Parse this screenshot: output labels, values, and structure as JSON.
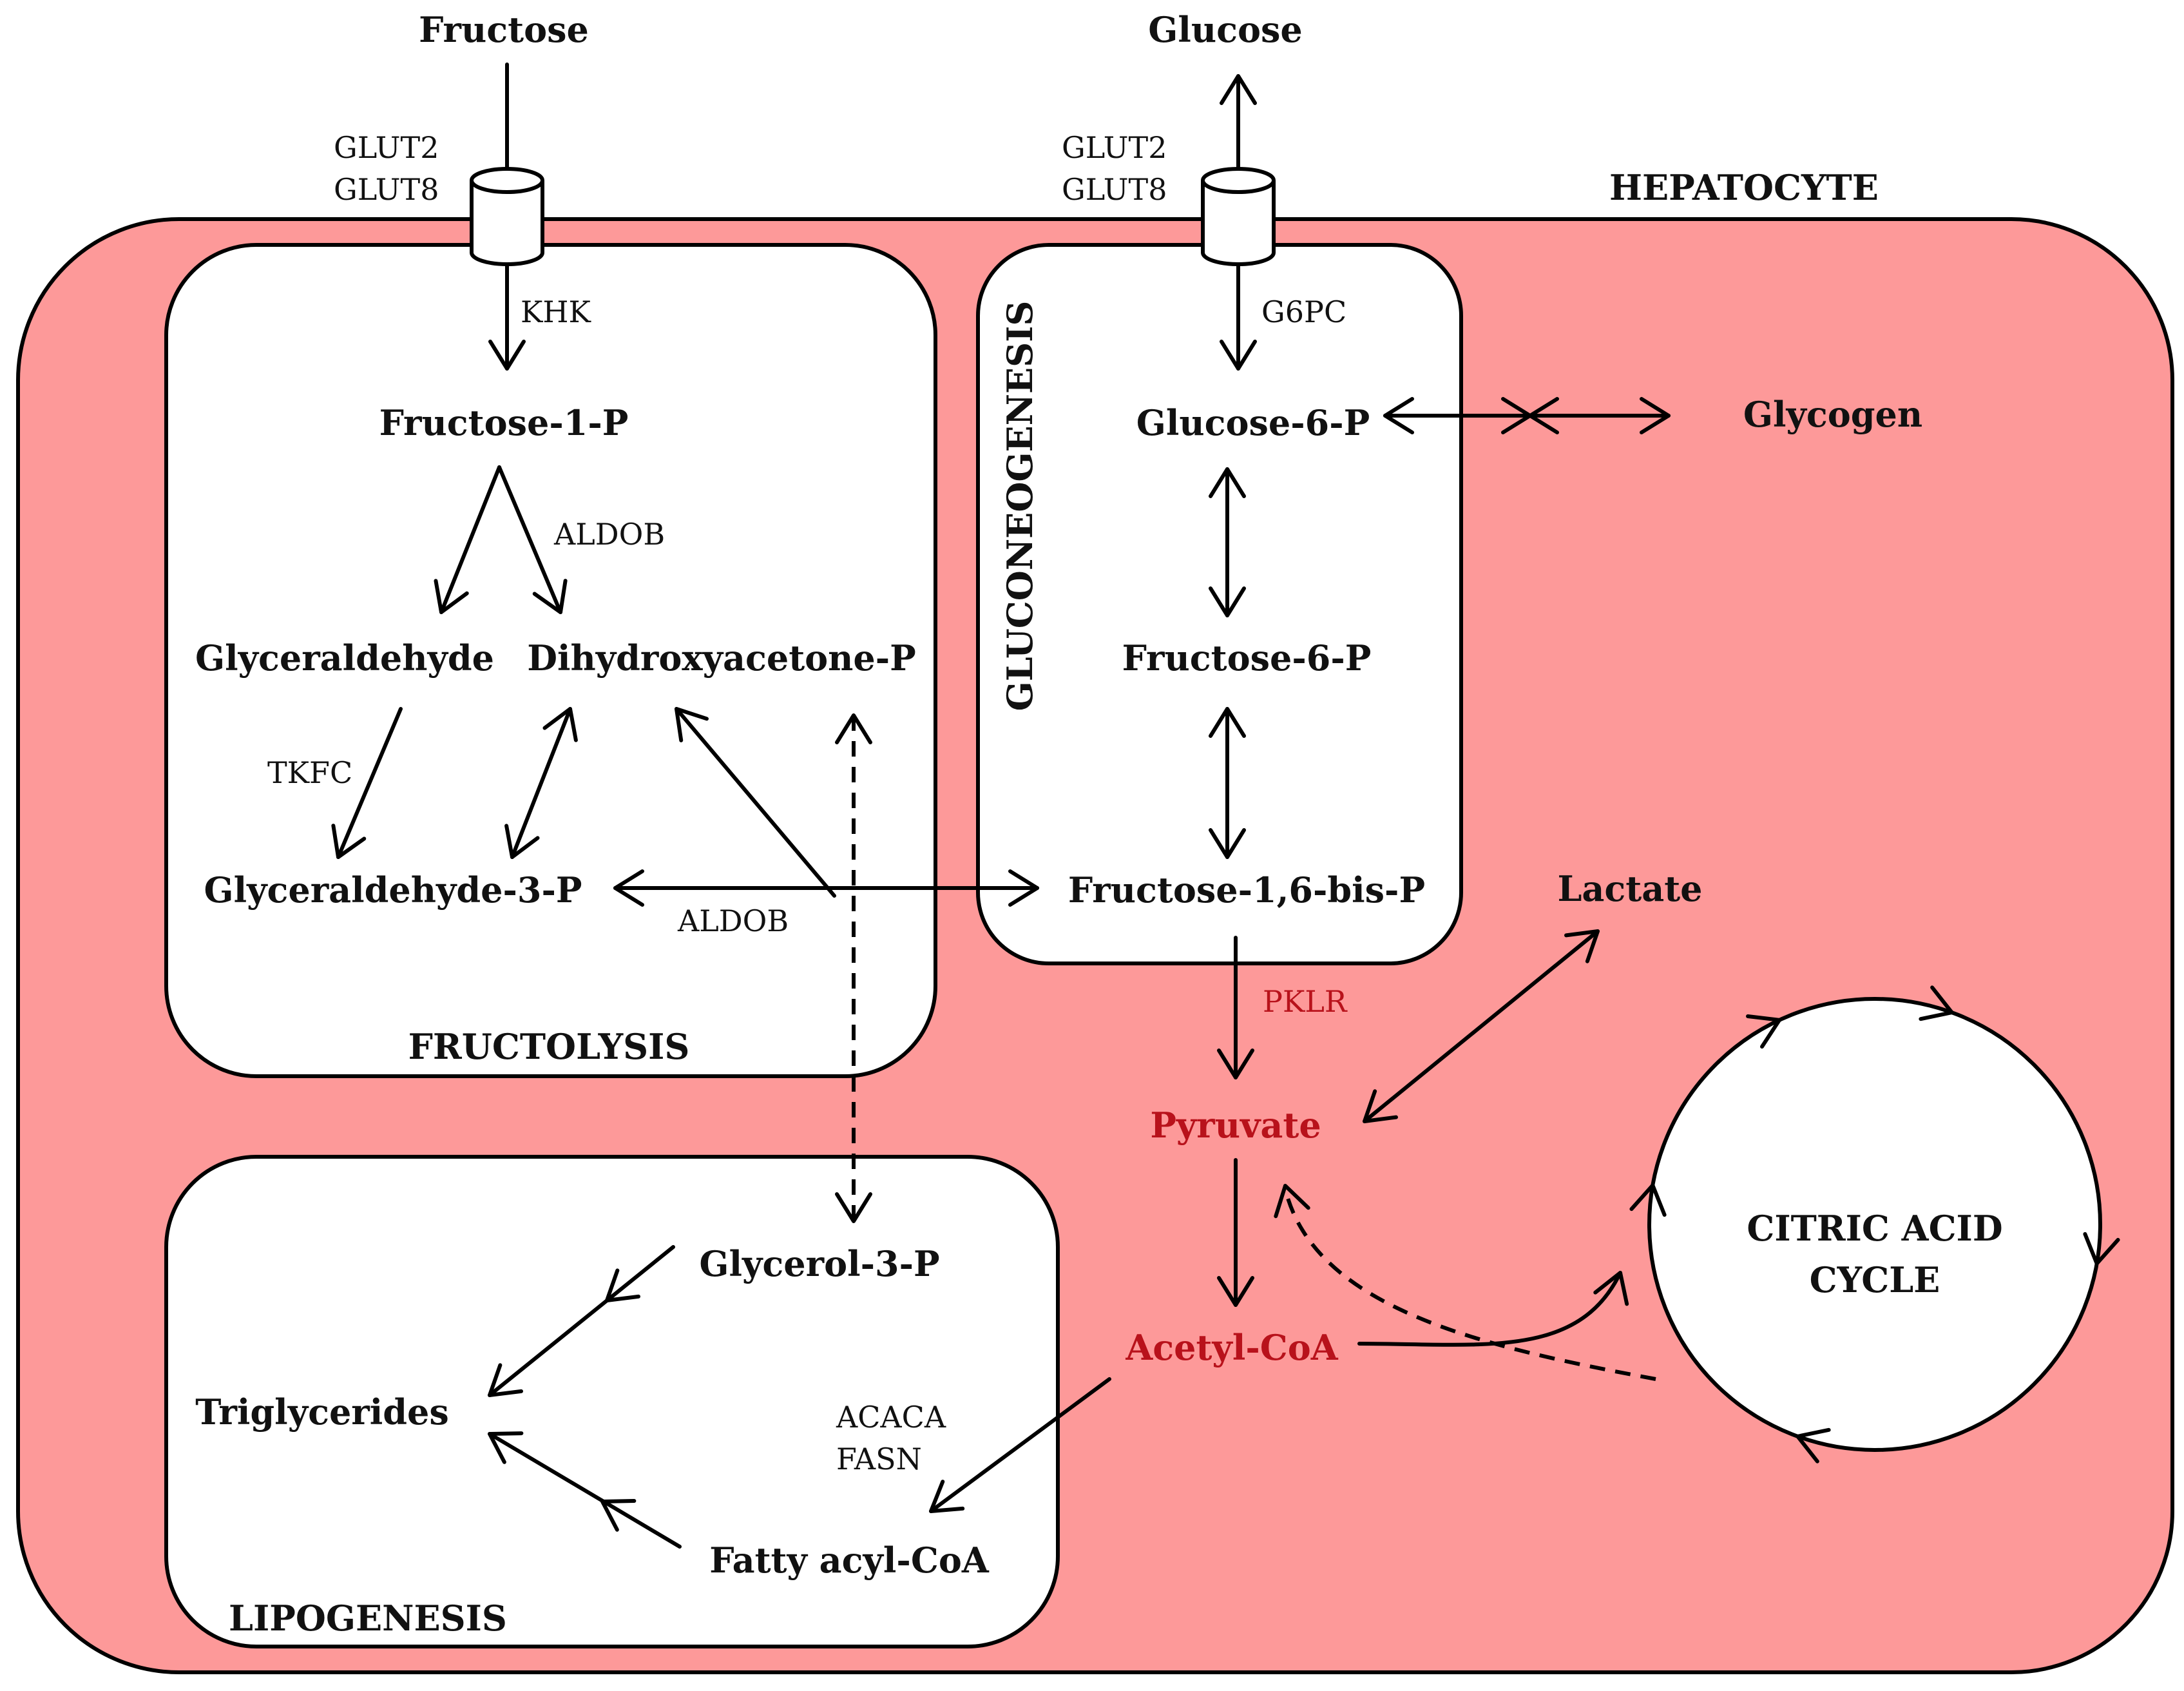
{
  "colors": {
    "cell_fill": "#fd9999",
    "compartment_fill": "#ffffff",
    "accent_text": "#b8121b",
    "stroke": "#000000"
  },
  "cell": {
    "label": "HEPATOCYTE"
  },
  "external": {
    "fructose": "Fructose",
    "glucose": "Glucose"
  },
  "transporters": {
    "left": {
      "line1": "GLUT2",
      "line2": "GLUT8"
    },
    "right": {
      "line1": "GLUT2",
      "line2": "GLUT8"
    }
  },
  "fructolysis": {
    "title": "FRUCTOLYSIS",
    "fructose_1p": "Fructose-1-P",
    "glyceraldehyde": "Glyceraldehyde",
    "dhap": "Dihydroxyacetone-P",
    "glyceraldehyde_3p": "Glyceraldehyde-3-P",
    "enzymes": {
      "khk": "KHK",
      "aldob_top": "ALDOB",
      "tkfc": "TKFC",
      "aldob_bottom": "ALDOB"
    }
  },
  "gluconeogenesis": {
    "title": "GLUCONEOGENESIS",
    "glucose_6p": "Glucose-6-P",
    "fructose_6p": "Fructose-6-P",
    "fructose_16bp": "Fructose-1,6-bis-P",
    "enzymes": {
      "g6pc": "G6PC"
    }
  },
  "glycogen": "Glycogen",
  "lactate": "Lactate",
  "pyruvate": "Pyruvate",
  "acetyl_coa": "Acetyl-CoA",
  "enzymes_mid": {
    "pklr": "PKLR",
    "acaca": "ACACA",
    "fasn": "FASN"
  },
  "citric_acid_cycle": {
    "line1": "CITRIC ACID",
    "line2": "CYCLE"
  },
  "lipogenesis": {
    "title": "LIPOGENESIS",
    "glycerol_3p": "Glycerol-3-P",
    "triglycerides": "Triglycerides",
    "fatty_acyl_coa": "Fatty acyl-CoA"
  }
}
